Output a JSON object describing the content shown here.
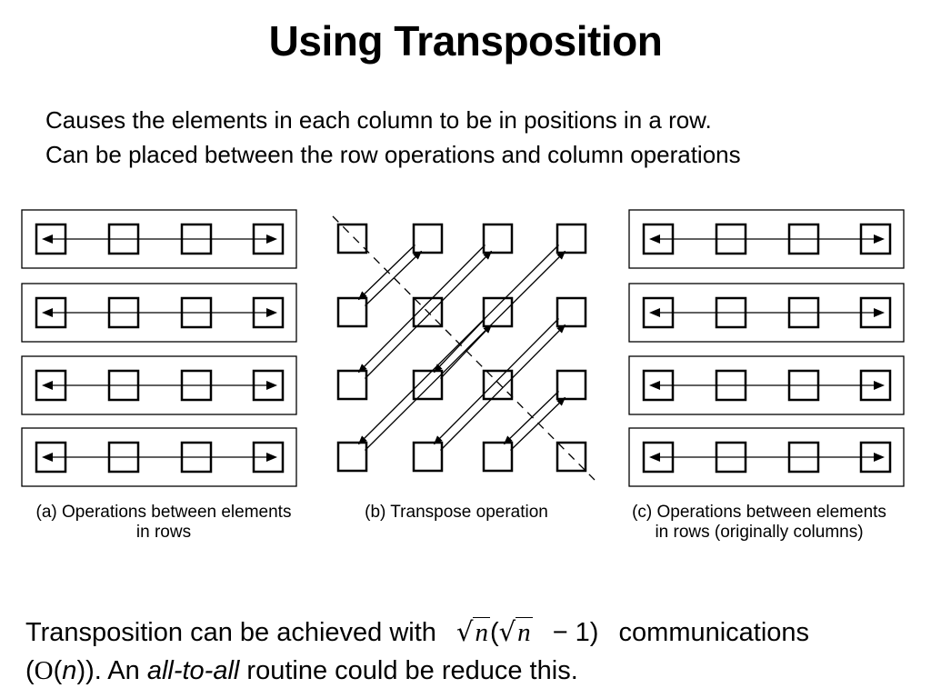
{
  "slide": {
    "title": "Using Transposition",
    "bullets": [
      "Causes the elements in each column to be in positions in a row.",
      "Can be placed between the row operations and column operations"
    ]
  },
  "diagram": {
    "grid_size": 4,
    "captions": {
      "a_line1": "(a) Operations between elements",
      "a_line2": "in rows",
      "b_line1": "(b) Transpose operation",
      "c_line1": "(c) Operations between elements",
      "c_line2": "in rows (originally columns)"
    }
  },
  "footer": {
    "line1_start": "Transposition  can  be  achieved  with",
    "sqrt_symbol": "√",
    "n": "n",
    "line1_mid_open": "(",
    "line1_minus_one": "−  1)",
    "line1_end": "communications",
    "line2_open": "(",
    "bigO": "O",
    "line2_n": "n",
    "line2_after_n": ")). An",
    "line2_italic": "all-to-all",
    "line2_end": "routine could be reduce this."
  },
  "colors": {
    "ink": "#000000",
    "background": "#ffffff"
  }
}
